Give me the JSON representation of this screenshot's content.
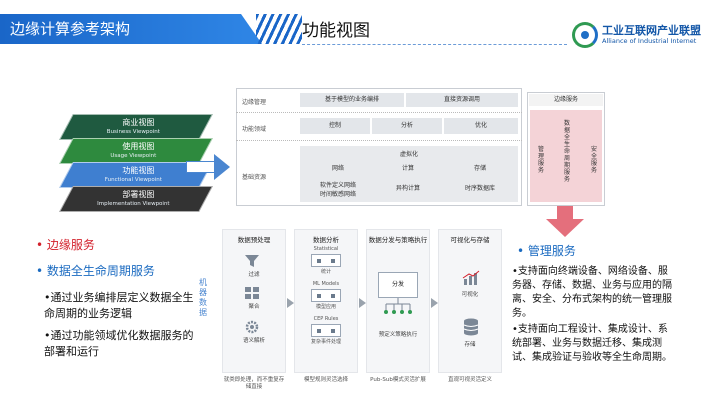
{
  "header": {
    "section_title": "边缘计算参考架构",
    "slide_title": "功能视图",
    "logo_cn": "工业互联网产业联盟",
    "logo_en": "Alliance of Industrial Internet"
  },
  "viewpoints": [
    {
      "cn": "商业视图",
      "en": "Business Viewpoint"
    },
    {
      "cn": "使用视图",
      "en": "Usage Viewpoint"
    },
    {
      "cn": "功能视图",
      "en": "Functional Viewpoint"
    },
    {
      "cn": "部署视图",
      "en": "Implementation Viewpoint"
    }
  ],
  "architecture": {
    "row_labels": [
      "边缘管理",
      "功能领域",
      "基础资源"
    ],
    "management": [
      "基于模型的业务编排",
      "直接资源调用"
    ],
    "domains": [
      "控制",
      "分析",
      "优化"
    ],
    "virtualization": "虚拟化",
    "resources": [
      [
        "网络",
        "软件定义网络",
        "时间敏感网络"
      ],
      [
        "计算",
        "异构计算"
      ],
      [
        "存储",
        "时序数据库"
      ]
    ]
  },
  "edge_services": {
    "title": "边缘服务",
    "columns": [
      "管理服务",
      "数据全生命周期服务",
      "安全服务"
    ]
  },
  "left_bullets": {
    "edge_service": "边缘服务",
    "data_lifecycle": "数据全生命周期服务",
    "points": [
      "通过业务编排层定义数据全生命周期的业务逻辑",
      "通过功能领域优化数据服务的部署和运行"
    ]
  },
  "machine_data": "机器数据",
  "pipeline": [
    {
      "title": "数据预处理",
      "items": [
        "过滤",
        "聚合",
        "语义解析"
      ],
      "footer": "就类即处理，而不重复存储直接"
    },
    {
      "title": "数据分析",
      "items": [
        "Statistical",
        "统计",
        "ML Models",
        "模型应用",
        "CEP Rules",
        "复杂事件处理"
      ],
      "footer": "模型规则灵活选择"
    },
    {
      "title": "数据分发与策略执行",
      "items": [
        "分发",
        "预定义策略执行"
      ],
      "footer": "Pub-Sub模式灵活扩展"
    },
    {
      "title": "可视化与存储",
      "items": [
        "可视化",
        "存储"
      ],
      "footer": "直观可视灵活定义"
    }
  ],
  "right": {
    "title": "管理服务",
    "points": [
      "支持面向终端设备、网络设备、服务器、存储、数据、业务与应用的隔离、安全、分布式架构的统一管理服务。",
      "支持面向工程设计、集成设计、系统部署、业务与数据迁移、集成测试、集成验证与验收等全生命周期。"
    ]
  },
  "colors": {
    "accent_blue": "#1a66c8",
    "red": "#d3212c",
    "pink": "#f4d3d7"
  }
}
